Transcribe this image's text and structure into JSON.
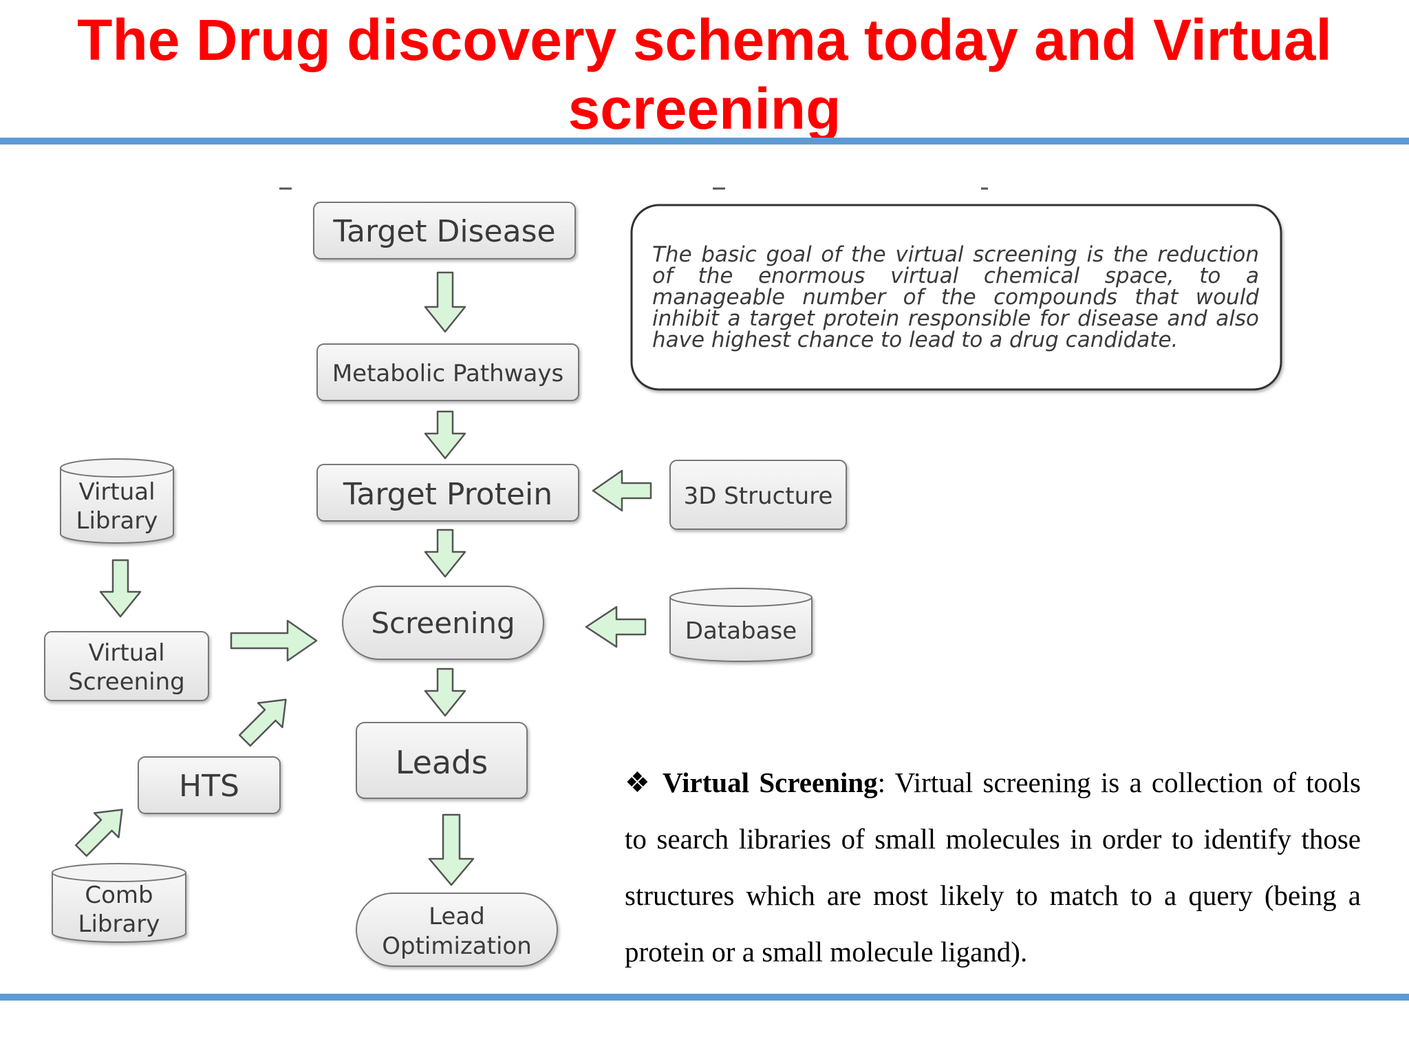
{
  "title": {
    "line1": "The Drug discovery schema today and Virtual",
    "line2": "screening"
  },
  "colors": {
    "title": "#ff0000",
    "rule": "#5b9bd5",
    "arrow_fill": "#d9f5d9",
    "box_fill": "#ececec"
  },
  "flow": {
    "target_disease": "Target Disease",
    "metabolic_pathways": "Metabolic Pathways",
    "target_protein": "Target Protein",
    "structure_3d": "3D Structure",
    "screening": "Screening",
    "database": "Database",
    "leads": "Leads",
    "lead_optimization": {
      "line1": "Lead",
      "line2": "Optimization"
    },
    "virtual_library": {
      "line1": "Virtual",
      "line2": "Library"
    },
    "virtual_screening": {
      "line1": "Virtual",
      "line2": "Screening"
    },
    "hts": "HTS",
    "comb_library": {
      "line1": "Comb",
      "line2": "Library"
    }
  },
  "goal_text": "The basic goal of the virtual screening is the reduction of the enormous virtual chemical space, to a manageable number of the compounds that would inhibit a target protein responsible for disease and also have highest chance to lead to a drug candidate.",
  "definition": {
    "bullet_icon": "diamond-bullet-icon",
    "bullet": "❖",
    "term": "Virtual Screening",
    "text": ": Virtual screening is a collection of tools to search libraries of small molecules in order to identify those structures which are most likely to match to a query (being a protein or a small molecule ligand)."
  }
}
